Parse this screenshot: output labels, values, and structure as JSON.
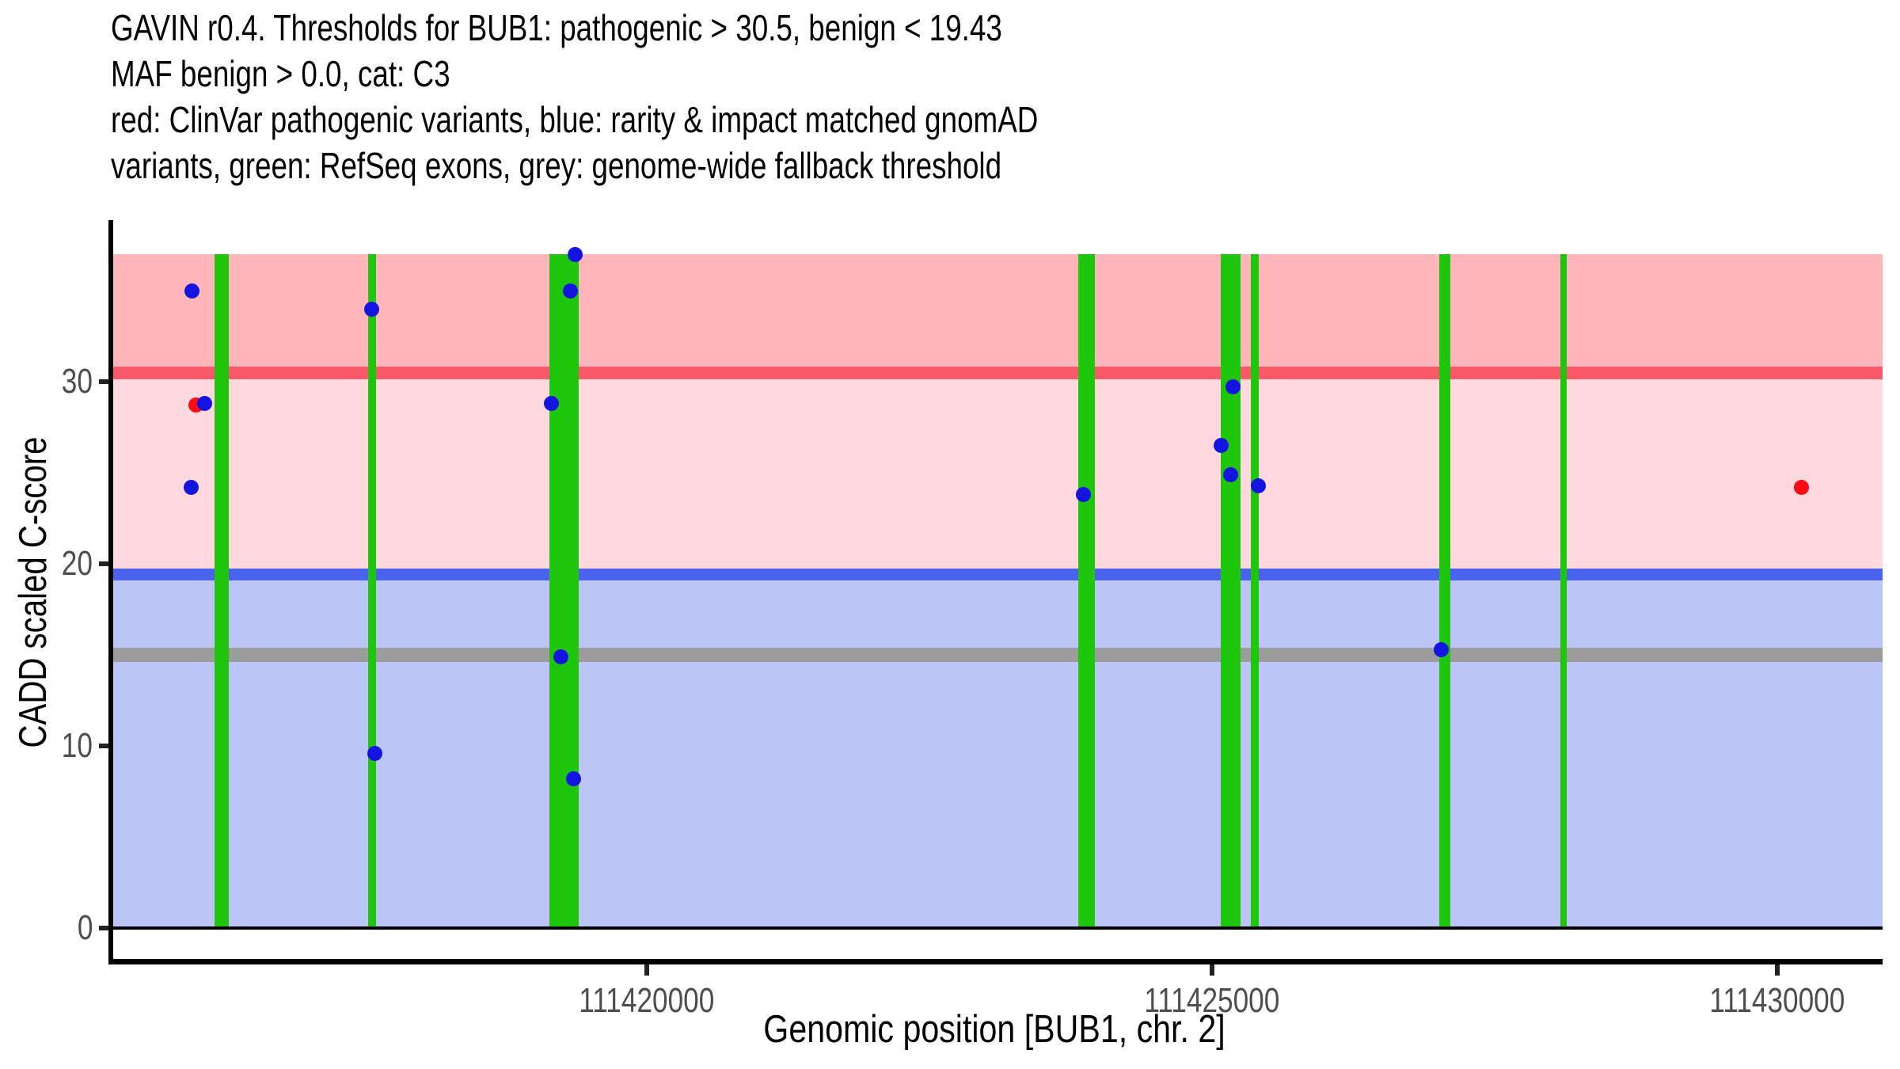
{
  "figure": {
    "background": "#ffffff"
  },
  "axis_style": {
    "tick_label_color": "#4d4d4d",
    "axis_color": "#000000"
  },
  "chart_data": {
    "type": "scatter",
    "title_lines": [
      "GAVIN r0.4. Thresholds for BUB1: pathogenic > 30.5, benign < 19.43",
      "MAF benign > 0.0, cat: C3",
      "red: ClinVar pathogenic variants, blue: rarity & impact matched gnomAD",
      "variants, green: RefSeq exons, grey: genome-wide fallback threshold"
    ],
    "xlabel": "Genomic position [BUB1, chr. 2]",
    "ylabel": "CADD scaled C-score",
    "grid": false,
    "legend_position": "none",
    "xlim": [
      111415280,
      111430931
    ],
    "ylim": [
      0,
      38.9
    ],
    "band_top": 37.0,
    "x_ticks": [
      {
        "pos": 111420000,
        "label": "111420000"
      },
      {
        "pos": 111425000,
        "label": "111425000"
      },
      {
        "pos": 111430000,
        "label": "111430000"
      }
    ],
    "y_ticks": [
      {
        "value": 0,
        "label": "0"
      },
      {
        "value": 10,
        "label": "10"
      },
      {
        "value": 20,
        "label": "20"
      },
      {
        "value": 30,
        "label": "30"
      }
    ],
    "thresholds": {
      "pathogenic": 30.5,
      "benign": 19.43,
      "genome_wide_fallback": 15.0,
      "maf_benign": 0.0,
      "category": "C3"
    },
    "bands": [
      {
        "name": "pathogenic-region",
        "from": 30.5,
        "to": 37.0,
        "color": "#ffb6bb"
      },
      {
        "name": "vus-region",
        "from": 19.43,
        "to": 30.5,
        "color": "#ffd9dd"
      },
      {
        "name": "benign-region",
        "from": 0,
        "to": 19.43,
        "color": "#bdc4f7"
      }
    ],
    "threshold_lines": [
      {
        "name": "pathogenic-threshold-line",
        "value": 30.5,
        "color": "#fa5a68",
        "thickness": 16
      },
      {
        "name": "benign-threshold-line",
        "value": 19.43,
        "color": "#4a63ee",
        "thickness": 15
      },
      {
        "name": "fallback-threshold-line",
        "value": 15.0,
        "color": "#9c9c9c",
        "thickness": 18
      }
    ],
    "baseline": {
      "value": 0,
      "color": "#000000",
      "thickness": 4
    },
    "exons": {
      "name": "RefSeq exons",
      "color": "#1ec70b",
      "regions": [
        [
          111416177,
          111416303
        ],
        [
          111417535,
          111417605
        ],
        [
          111419139,
          111419398
        ],
        [
          111423817,
          111423964
        ],
        [
          111425077,
          111425252
        ],
        [
          111425343,
          111425413
        ],
        [
          111427010,
          111427108
        ],
        [
          111428082,
          111428138
        ]
      ]
    },
    "series": [
      {
        "name": "ClinVar pathogenic variants",
        "color": "#fa0c12",
        "points": [
          {
            "pos": 111416015,
            "cadd": 28.7
          },
          {
            "pos": 111430210,
            "cadd": 24.2
          }
        ]
      },
      {
        "name": "rarity & impact matched gnomAD variants",
        "color": "#1414e0",
        "points": [
          {
            "pos": 111415980,
            "cadd": 35.0
          },
          {
            "pos": 111416092,
            "cadd": 28.8
          },
          {
            "pos": 111415973,
            "cadd": 24.2
          },
          {
            "pos": 111417563,
            "cadd": 34.0
          },
          {
            "pos": 111417591,
            "cadd": 9.6
          },
          {
            "pos": 111419363,
            "cadd": 37.0
          },
          {
            "pos": 111419321,
            "cadd": 35.0
          },
          {
            "pos": 111419153,
            "cadd": 28.8
          },
          {
            "pos": 111419237,
            "cadd": 14.9
          },
          {
            "pos": 111419349,
            "cadd": 8.2
          },
          {
            "pos": 111423859,
            "cadd": 23.8
          },
          {
            "pos": 111425182,
            "cadd": 29.7
          },
          {
            "pos": 111425077,
            "cadd": 26.5
          },
          {
            "pos": 111425161,
            "cadd": 24.9
          },
          {
            "pos": 111425406,
            "cadd": 24.3
          },
          {
            "pos": 111427024,
            "cadd": 15.3
          }
        ]
      }
    ]
  }
}
